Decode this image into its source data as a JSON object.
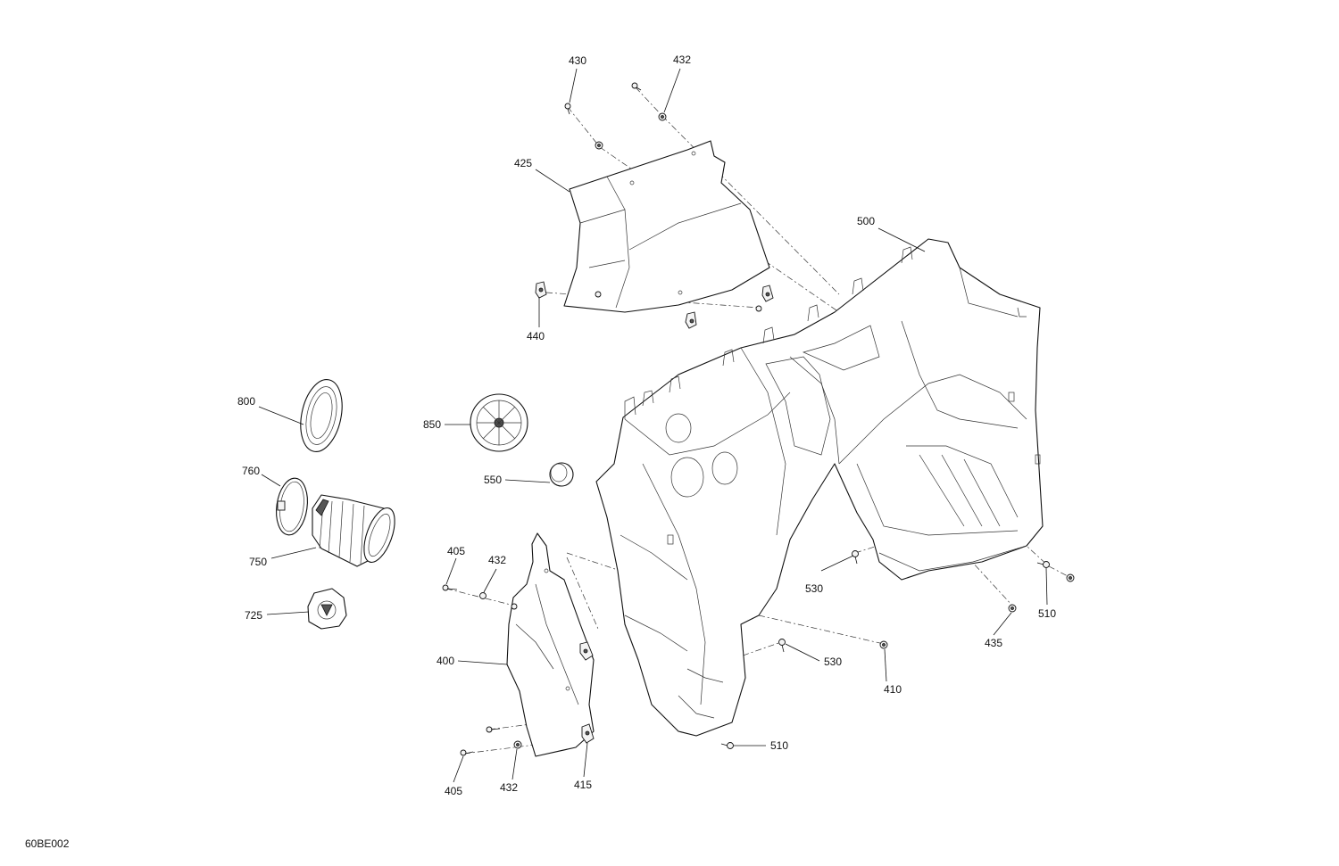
{
  "figure_code": "60BE002",
  "callouts": [
    {
      "id": "c430",
      "text": "430"
    },
    {
      "id": "c432a",
      "text": "432"
    },
    {
      "id": "c425",
      "text": "425"
    },
    {
      "id": "c500",
      "text": "500"
    },
    {
      "id": "c440",
      "text": "440"
    },
    {
      "id": "c800",
      "text": "800"
    },
    {
      "id": "c850",
      "text": "850"
    },
    {
      "id": "c550",
      "text": "550"
    },
    {
      "id": "c760",
      "text": "760"
    },
    {
      "id": "c750",
      "text": "750"
    },
    {
      "id": "c725",
      "text": "725"
    },
    {
      "id": "c405a",
      "text": "405"
    },
    {
      "id": "c432b",
      "text": "432"
    },
    {
      "id": "c400",
      "text": "400"
    },
    {
      "id": "c405b",
      "text": "405"
    },
    {
      "id": "c432c",
      "text": "432"
    },
    {
      "id": "c415",
      "text": "415"
    },
    {
      "id": "c510a",
      "text": "510"
    },
    {
      "id": "c530a",
      "text": "530"
    },
    {
      "id": "c410",
      "text": "410"
    },
    {
      "id": "c530b",
      "text": "530"
    },
    {
      "id": "c435",
      "text": "435"
    },
    {
      "id": "c510b",
      "text": "510"
    }
  ]
}
